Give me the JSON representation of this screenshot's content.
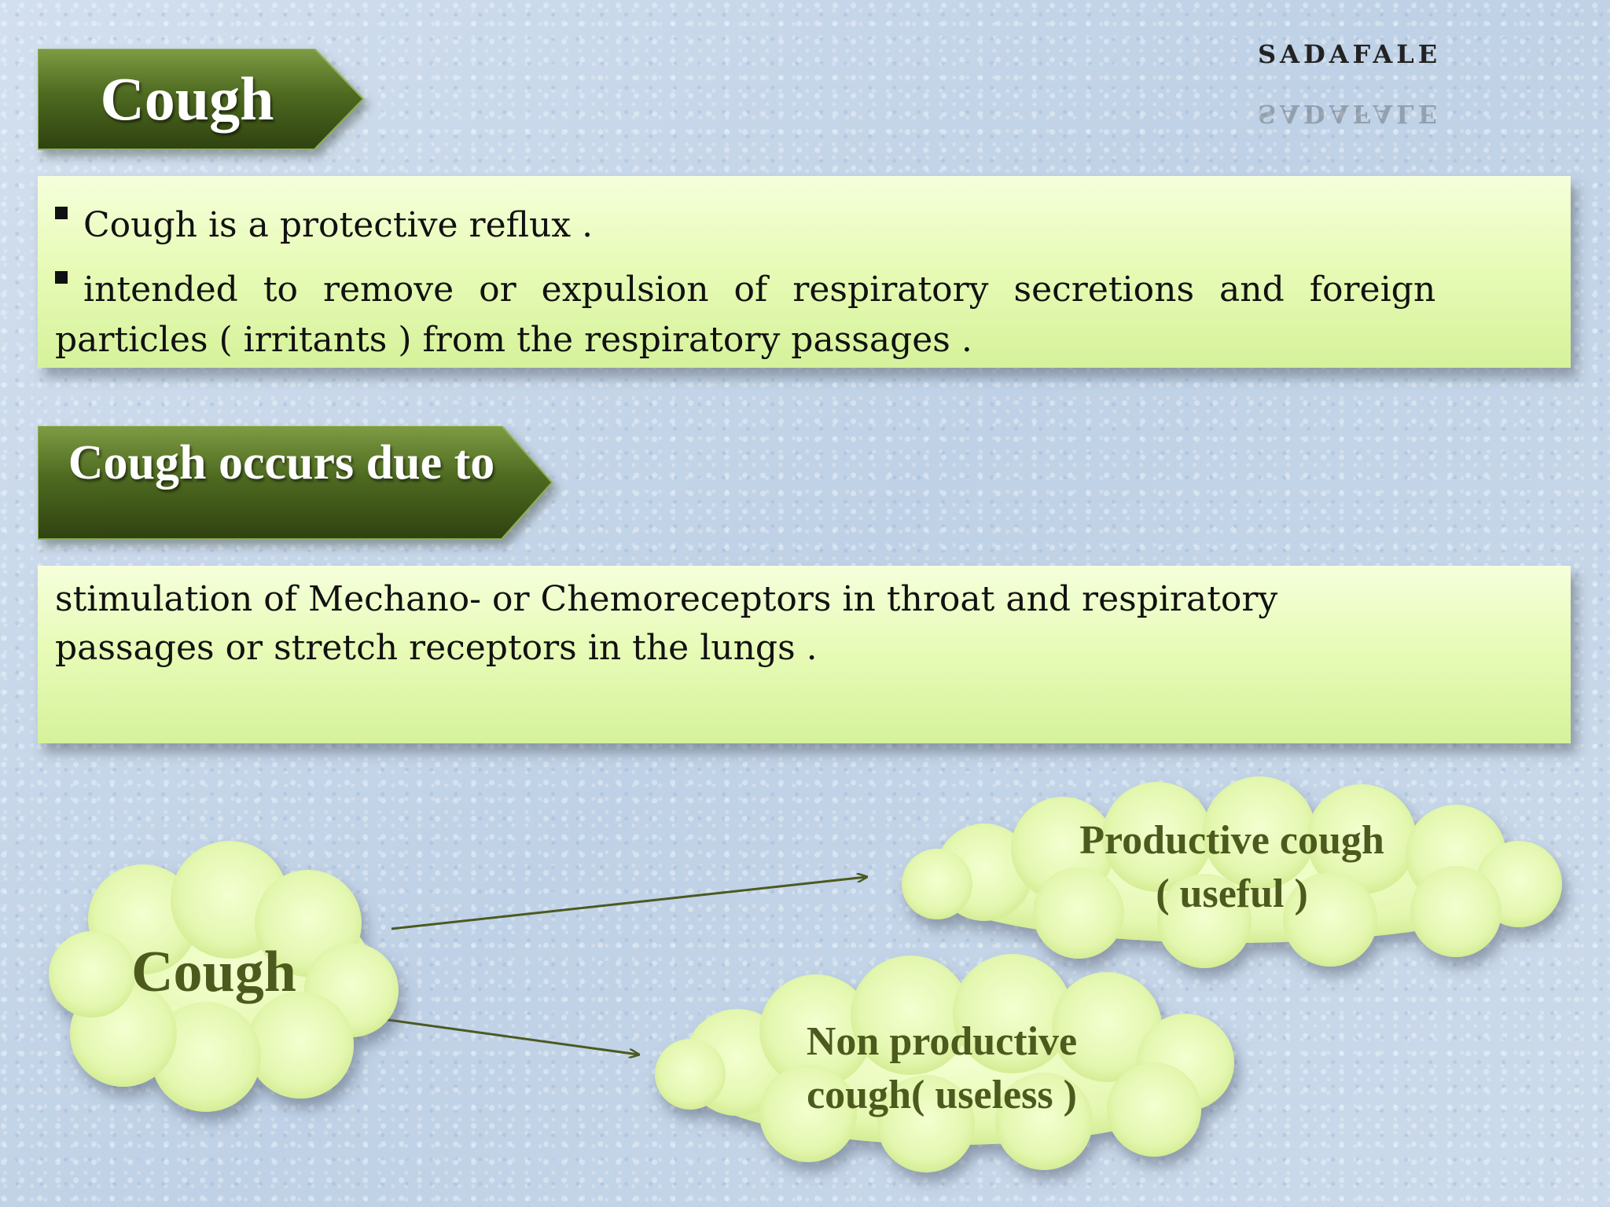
{
  "brand": {
    "name": "SADAFALE"
  },
  "heading1": {
    "label": "Cough"
  },
  "definition": {
    "bullet1": "Cough is a protective reflux .",
    "bullet2_line1": "intended to remove or expulsion of respiratory secretions and foreign",
    "bullet2_line2": "particles ( irritants ) from the respiratory passages ."
  },
  "heading2": {
    "label": "Cough occurs due to"
  },
  "cause": {
    "line1": "stimulation of Mechano- or Chemoreceptors in throat and respiratory",
    "line2": "passages or stretch receptors in the lungs ."
  },
  "diagram": {
    "root": "Cough",
    "productive_line1": "Productive cough",
    "productive_line2": "( useful )",
    "nonproductive_line1": "Non productive",
    "nonproductive_line2": "cough( useless )"
  },
  "colors": {
    "tag_dark": "#3c5118",
    "tag_light": "#6b8a32",
    "panel": "#e8fbb8",
    "cloud": "#e4f7b0",
    "cloud_text": "#4d5a1e",
    "arrow": "#4a5a20"
  }
}
